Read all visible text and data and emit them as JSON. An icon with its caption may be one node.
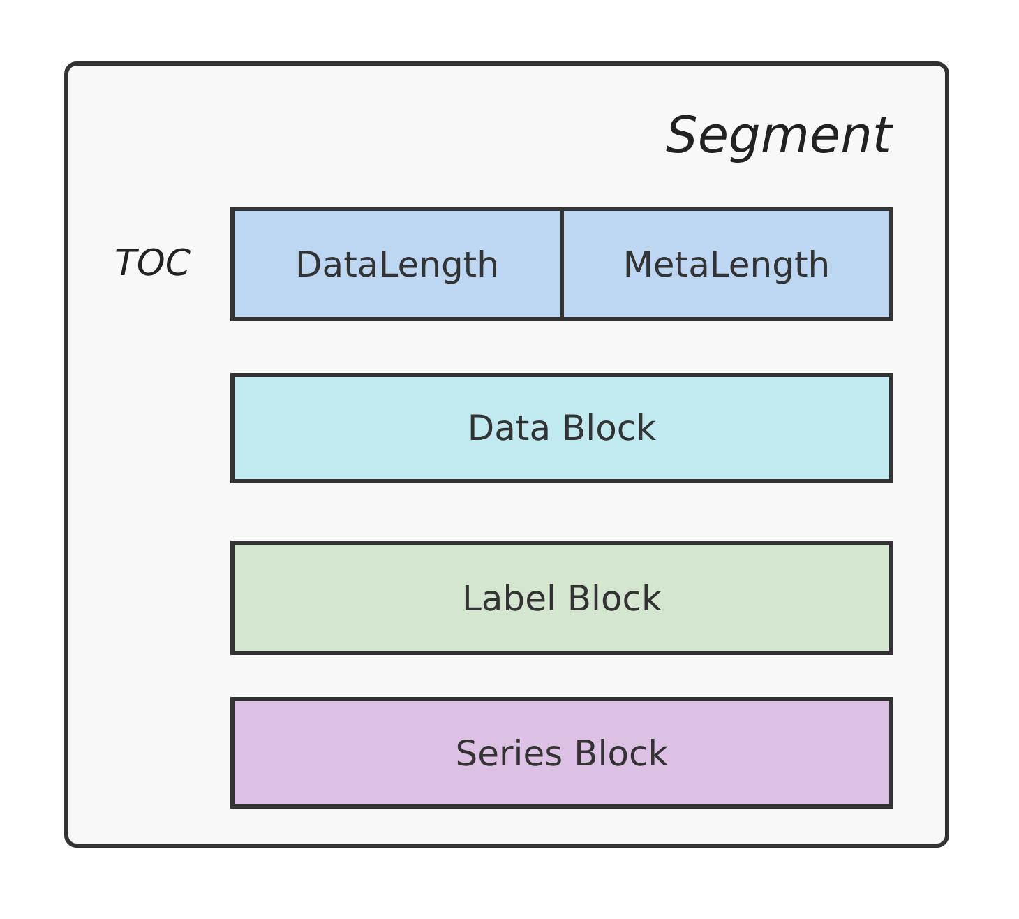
{
  "diagram": {
    "nodes": [
      {
        "text": [
          "Segment"
        ]
      },
      {
        "text": [
          "TOC"
        ],
        "in": 0
      },
      {
        "text": [
          "DataLength"
        ],
        "in": 1
      },
      {
        "text": [
          "MetaLength"
        ],
        "in": 1
      },
      {
        "text": [
          "Data Block"
        ],
        "in": 0
      },
      {
        "text": [
          "Label Block"
        ],
        "in": 0
      },
      {
        "text": [
          "Series Block"
        ],
        "in": 0
      }
    ]
  }
}
